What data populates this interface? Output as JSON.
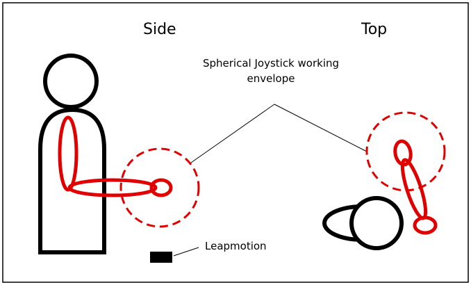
{
  "labels": {
    "side": "Side",
    "top": "Top",
    "joystick": "Spherical Joystick working envelope",
    "leapmotion": "Leapmotion"
  },
  "colors": {
    "outline": "#000000",
    "arm": "#e00000",
    "background": "#ffffff"
  }
}
